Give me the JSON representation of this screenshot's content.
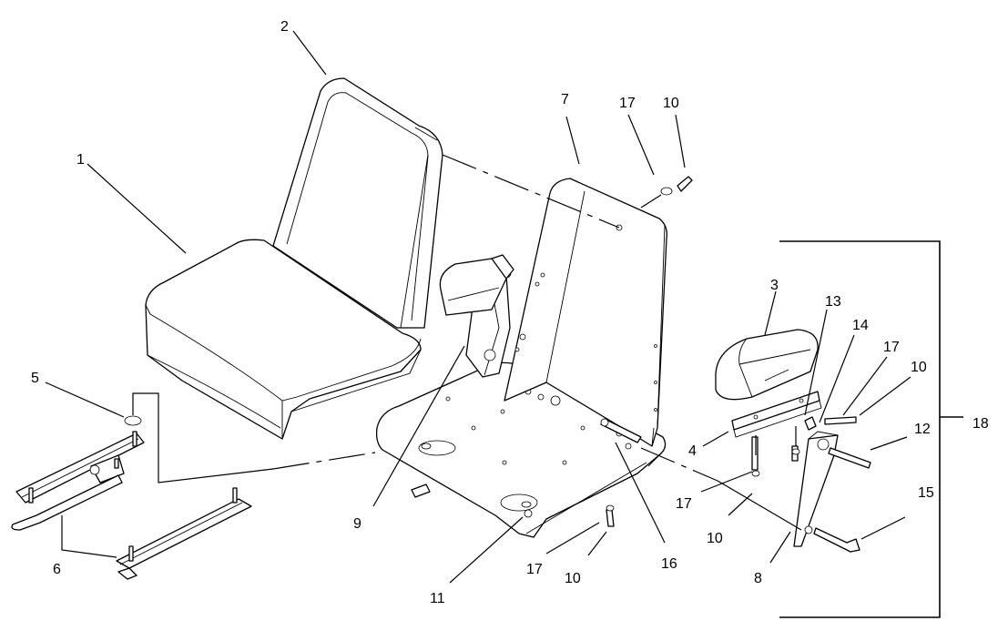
{
  "callouts": {
    "c1": "1",
    "c2": "2",
    "c3": "3",
    "c4": "4",
    "c5": "5",
    "c6": "6",
    "c7": "7",
    "c8": "8",
    "c9": "9",
    "c10a": "10",
    "c10b": "10",
    "c10c": "10",
    "c10d": "10",
    "c11": "11",
    "c12": "12",
    "c13": "13",
    "c14": "14",
    "c15": "15",
    "c16": "16",
    "c17a": "17",
    "c17b": "17",
    "c17c": "17",
    "c17d": "17",
    "c18": "18"
  }
}
